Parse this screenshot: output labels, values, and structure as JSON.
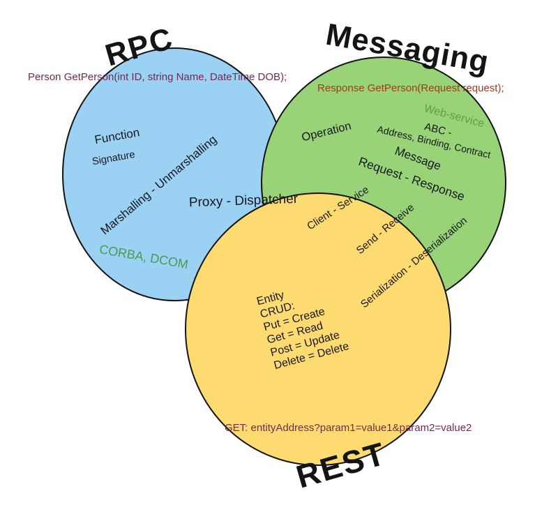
{
  "titles": {
    "rpc": "RPC",
    "messaging": "Messaging",
    "rest": "REST"
  },
  "colors": {
    "rpc_fill": "#9bd1f2",
    "messaging_fill": "#99d377",
    "rest_fill": "#fedb70",
    "outline": "#131313",
    "dark_text": "#17171f",
    "code_maroon": "#732a50",
    "code_rust": "#9b3c1d",
    "corba_green": "#4a9a52",
    "webservice_green": "#629c4b"
  },
  "rpc_circle": {
    "code": "Person GetPerson(int ID, string Name, DateTime DOB);",
    "function_label": "Function",
    "signature_label": "Signature",
    "marshalling": "Marshalling - Unmarshalling",
    "corba": "CORBA, DCOM"
  },
  "messaging_circle": {
    "code": "Response GetPerson(Request request);",
    "webservice": "Web-service",
    "operation": "Operation",
    "abc": "ABC -",
    "abc_detail": "Address, Binding, Contract",
    "message": "Message",
    "request_response": "Request - Response"
  },
  "overlaps": {
    "proxy_dispatcher": "Proxy - Dispatcher",
    "client_service": "Client - Service",
    "send_receive": "Send - Receive",
    "serialization": "Serialization - Deserialization"
  },
  "rest_circle": {
    "crud_block": [
      "Entity",
      "CRUD:",
      "Put = Create",
      "Get = Read",
      "Post = Update",
      "Delete = Delete"
    ],
    "code": "GET: entityAddress?param1=value1&param2=value2"
  }
}
